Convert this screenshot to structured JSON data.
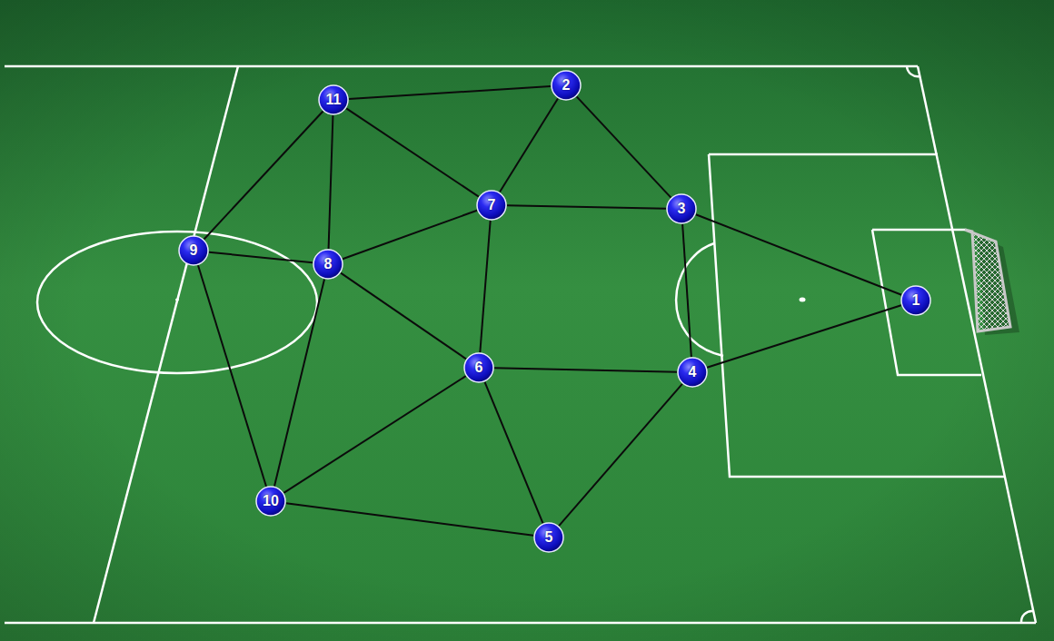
{
  "diagram": {
    "nodes": [
      {
        "text": [
          "1"
        ]
      },
      {
        "text": [
          "2"
        ]
      },
      {
        "text": [
          "3"
        ]
      },
      {
        "text": [
          "4"
        ]
      },
      {
        "text": [
          "5"
        ]
      },
      {
        "text": [
          "6"
        ]
      },
      {
        "text": [
          "7"
        ]
      },
      {
        "text": [
          "8"
        ]
      },
      {
        "text": [
          "9"
        ]
      },
      {
        "text": [
          "10"
        ]
      },
      {
        "text": [
          "11"
        ]
      }
    ],
    "edges": [
      {
        "from": 10,
        "to": 1,
        "arrow": "none"
      },
      {
        "from": 10,
        "to": 6,
        "arrow": "none"
      },
      {
        "from": 10,
        "to": 7,
        "arrow": "none"
      },
      {
        "from": 10,
        "to": 8,
        "arrow": "none"
      },
      {
        "from": 1,
        "to": 6,
        "arrow": "none"
      },
      {
        "from": 1,
        "to": 2,
        "arrow": "none"
      },
      {
        "from": 6,
        "to": 2,
        "arrow": "none"
      },
      {
        "from": 6,
        "to": 7,
        "arrow": "none"
      },
      {
        "from": 6,
        "to": 5,
        "arrow": "none"
      },
      {
        "from": 2,
        "to": 0,
        "arrow": "none"
      },
      {
        "from": 2,
        "to": 3,
        "arrow": "none"
      },
      {
        "from": 3,
        "to": 0,
        "arrow": "none"
      },
      {
        "from": 3,
        "to": 5,
        "arrow": "none"
      },
      {
        "from": 3,
        "to": 4,
        "arrow": "none"
      },
      {
        "from": 5,
        "to": 7,
        "arrow": "none"
      },
      {
        "from": 5,
        "to": 9,
        "arrow": "none"
      },
      {
        "from": 5,
        "to": 4,
        "arrow": "none"
      },
      {
        "from": 8,
        "to": 7,
        "arrow": "none"
      },
      {
        "from": 8,
        "to": 9,
        "arrow": "none"
      },
      {
        "from": 7,
        "to": 9,
        "arrow": "none"
      },
      {
        "from": 9,
        "to": 4,
        "arrow": "none"
      }
    ]
  }
}
